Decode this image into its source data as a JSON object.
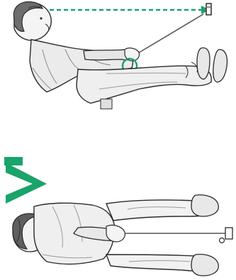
{
  "figure": {
    "panels": [
      {
        "id": "top",
        "subject": "golfer-address-side-view"
      },
      {
        "id": "bottom",
        "subject": "golfer-address-face-on-view"
      }
    ],
    "colors": {
      "accent": "#1aa36b",
      "ink": "#2b2b2b",
      "shade": "#9a9a9a",
      "paper": "#ffffff"
    },
    "markers": {
      "sightline": "dashed-arrow-icon",
      "hand_highlight": "circle-marker-icon",
      "direction": "chevron-icon",
      "ball": "ball-icon"
    }
  }
}
